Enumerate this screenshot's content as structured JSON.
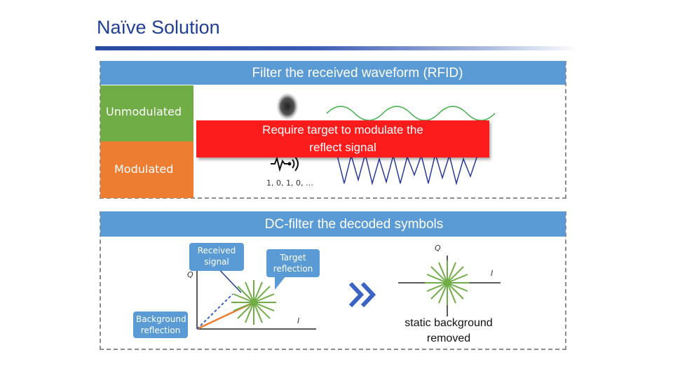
{
  "slide": {
    "title": "Naïve Solution"
  },
  "top_panel": {
    "header": "Filter the received waveform (RFID)",
    "unmodulated_label": "Unmodulated",
    "modulated_label": "Modulated",
    "banner_line1": "Require target to modulate the",
    "banner_line2": "reflect signal",
    "bit_sequence": "1, 0, 1, 0, …",
    "colors": {
      "unmodulated": "#70ad47",
      "modulated": "#ed7d31",
      "banner": "#fd1c1c",
      "header": "#5b9bd5",
      "green_wave": "#3fae49",
      "blue_wave": "#2a3a9c"
    }
  },
  "bottom_panel": {
    "header": "DC-filter the decoded symbols",
    "received_signal_label": "Received signal",
    "target_reflection_label": "Target reflection",
    "background_reflection_label": "Background reflection",
    "left_plot": {
      "q_label": "Q",
      "i_label": "I"
    },
    "right_plot": {
      "q_label": "Q",
      "i_label": "I"
    },
    "arrow_icon": "double-chevron-right-icon",
    "caption_line1": "static background",
    "caption_line2": "removed"
  }
}
